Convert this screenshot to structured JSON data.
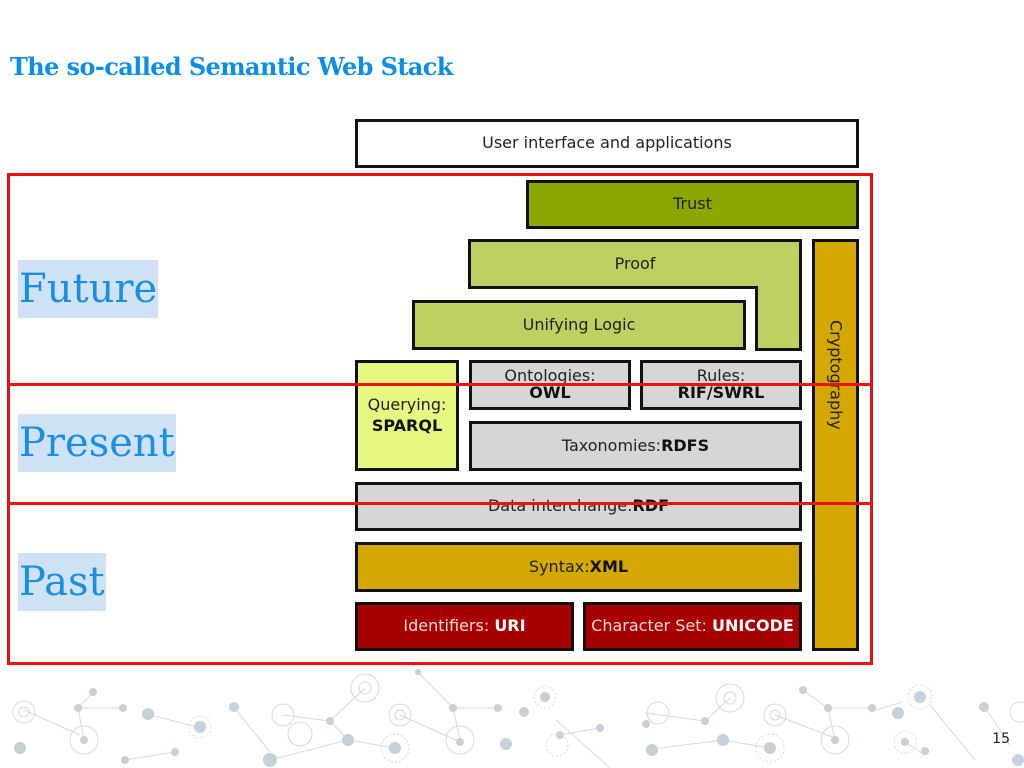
{
  "slide": {
    "title": "The so-called Semantic Web Stack",
    "page_number": "15"
  },
  "stack": {
    "user_interface": "User interface and applications",
    "trust": "Trust",
    "proof": "Proof",
    "unifying_logic": "Unifying Logic",
    "querying": {
      "label": "Querying:",
      "tech": "SPARQL"
    },
    "ontologies": {
      "label": "Ontologies:",
      "tech": "OWL"
    },
    "rules": {
      "label": "Rules:",
      "tech": "RIF/SWRL"
    },
    "taxonomies": {
      "label": "Taxonomies:",
      "tech": "RDFS"
    },
    "data_interchange": {
      "label": "Data interchange:",
      "tech": "RDF"
    },
    "syntax": {
      "label": "Syntax:",
      "tech": "XML"
    },
    "identifiers": {
      "label": "Identifiers: ",
      "tech": "URI"
    },
    "charset": {
      "label": "Character Set: ",
      "tech": "UNICODE"
    },
    "cryptography": "Cryptography"
  },
  "eras": {
    "future": "Future",
    "present": "Present",
    "past": "Past"
  },
  "colors": {
    "title": "#0a8ee8",
    "era_frame": "#ee1111",
    "trust": "#8aa800",
    "logic": "#bdd162",
    "query": "#e6f680",
    "data": "#d6d6d6",
    "syntax": "#d5a800",
    "identifiers": "#a80000"
  }
}
